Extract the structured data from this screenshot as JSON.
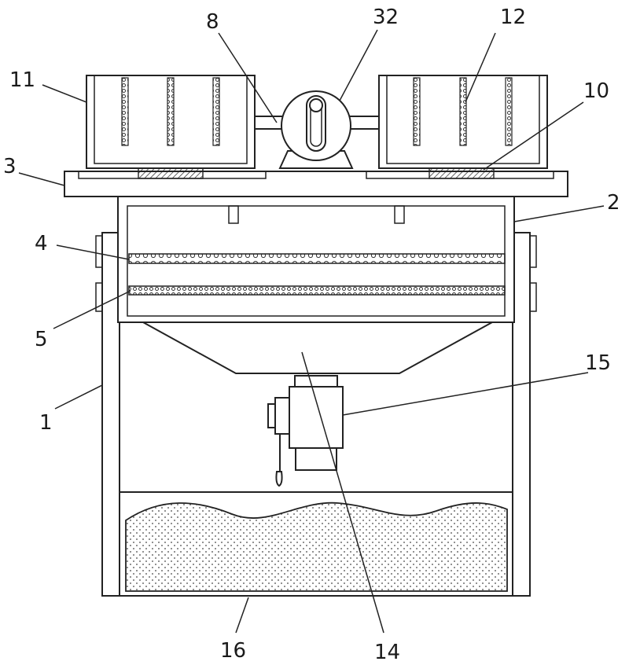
{
  "labels": {
    "l1": "1",
    "l2": "2",
    "l3": "3",
    "l4": "4",
    "l5": "5",
    "l8": "8",
    "l10": "10",
    "l11": "11",
    "l12": "12",
    "l14": "14",
    "l15": "15",
    "l16": "16",
    "l32": "32"
  },
  "colors": {
    "line": "#222222",
    "background": "#ffffff"
  }
}
